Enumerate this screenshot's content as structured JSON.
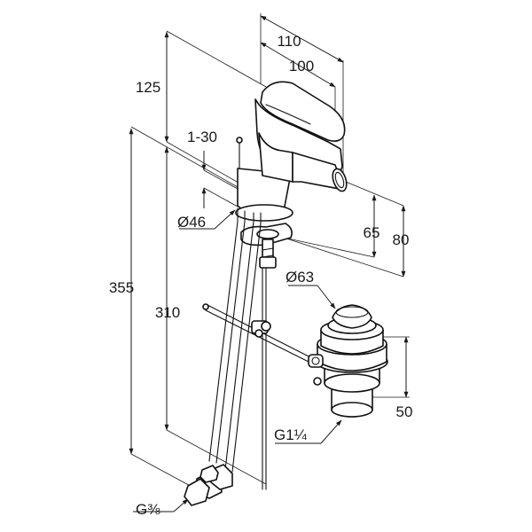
{
  "dimensions": {
    "width_110": "110",
    "width_100": "100",
    "height_125": "125",
    "range_1_30": "1-30",
    "dia_46": "Ø46",
    "height_65": "65",
    "height_80": "80",
    "dia_63": "Ø63",
    "height_355": "355",
    "height_310": "310",
    "height_50": "50",
    "thread_g114": "G1¼",
    "thread_g38": "G⅜"
  },
  "colors": {
    "line": "#111111",
    "background": "#ffffff"
  }
}
